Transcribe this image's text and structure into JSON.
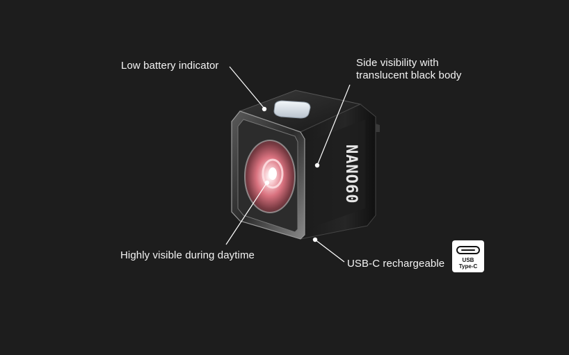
{
  "callouts": {
    "battery": "Low battery indicator",
    "side_line1": "Side visibility with",
    "side_line2": "translucent black body",
    "daytime": "Highly visible during daytime",
    "usb": "USB-C rechargeable"
  },
  "product": {
    "brand_mark": "NANO60"
  },
  "usb_badge": {
    "line1": "USB",
    "line2": "Type-C"
  },
  "colors": {
    "background": "#1d1d1d",
    "body": "#141414",
    "lens_glow": "#e88a94",
    "button": "#dfe6ee"
  }
}
